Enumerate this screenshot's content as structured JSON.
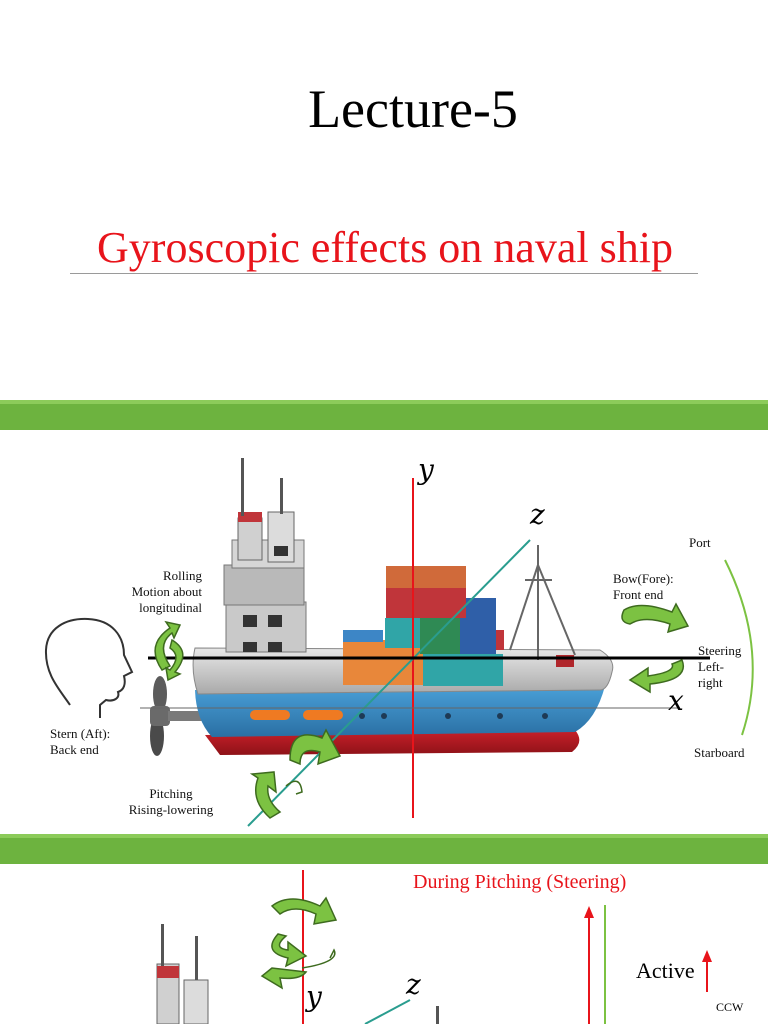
{
  "slide": {
    "title": "Lecture-5",
    "subtitle": "Gyroscopic effects on naval ship"
  },
  "diagram1": {
    "axis_y": "y",
    "axis_z": "z",
    "axis_x": "x",
    "labels": {
      "rolling": "Rolling\nMotion about\nlongitudinal",
      "stern": "Stern (Aft):\nBack end",
      "pitching": "Pitching\nRising-lowering",
      "bow": "Bow(Fore):\nFront end",
      "port": "Port",
      "steering": "Steering\nLeft-\nright",
      "starboard": "Starboard"
    }
  },
  "diagram2": {
    "title": "During Pitching (Steering)",
    "axis_y": "y",
    "axis_z": "z",
    "active_label": "Active",
    "ccw_label": "CCW"
  },
  "colors": {
    "accent_red": "#e8141b",
    "band_green": "#6db33f",
    "arrow_green": "#7cc242",
    "axis_teal": "#2a9d8f"
  }
}
